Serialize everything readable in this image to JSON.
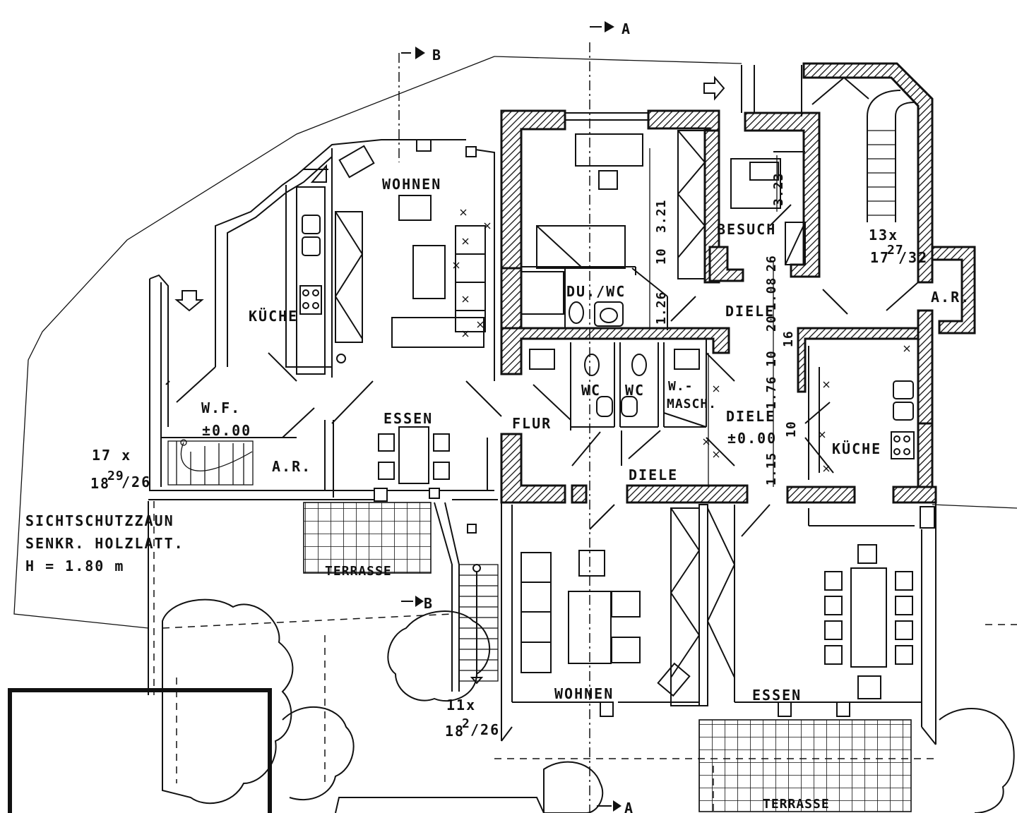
{
  "rooms": {
    "wohnen_left": "WOHNEN",
    "kueche_left": "KÜCHE",
    "wf": "W.F.",
    "wf_level": "±0.00",
    "ar_left": "A.R.",
    "essen_left": "ESSEN",
    "flur": "FLUR",
    "du_wc": "DU./WC",
    "wc1": "WC",
    "wc2": "WC",
    "wmasch_1": "W.-",
    "wmasch_2": "MASCH.",
    "besuch": "BESUCH",
    "diele_top": "DIELE",
    "diele_mid": "DIELE",
    "diele_mid_level": "±0.00",
    "diele_bottom": "DIELE",
    "kueche_right": "KÜCHE",
    "ar_right": "A.R.",
    "wohnen_bottom": "WOHNEN",
    "essen_bottom": "ESSEN",
    "terrasse_left": "TERRASSE",
    "terrasse_bottom": "TERRASSE"
  },
  "stairs": {
    "left_count": "17 x",
    "left_rise": "18",
    "left_rise_sup": "29",
    "left_tread": "/26",
    "right_count": "13x",
    "right_rise": "17",
    "right_rise_sup": "27",
    "right_tread": "/32",
    "bottom_count": "11x",
    "bottom_rise": "18",
    "bottom_rise_sup": "2",
    "bottom_tread": "/26"
  },
  "dimensions": {
    "d_321": "3.21",
    "d_10a": "10",
    "d_126": "1.26",
    "d_323": "3.23",
    "d_26": "26",
    "d_108": "1.08",
    "d_20": "20",
    "d_16": "16",
    "d_10b": "10",
    "d_176": "1.76",
    "d_10c": "10",
    "d_115": "1.15"
  },
  "fence": {
    "line1": "SICHTSCHUTZZAUN",
    "line2": "SENKR. HOLZLATT.",
    "line3": "H = 1.80 m"
  },
  "section_marks": {
    "a_top": "A",
    "b_top": "B",
    "b_mid": "B",
    "a_bottom": "A"
  }
}
